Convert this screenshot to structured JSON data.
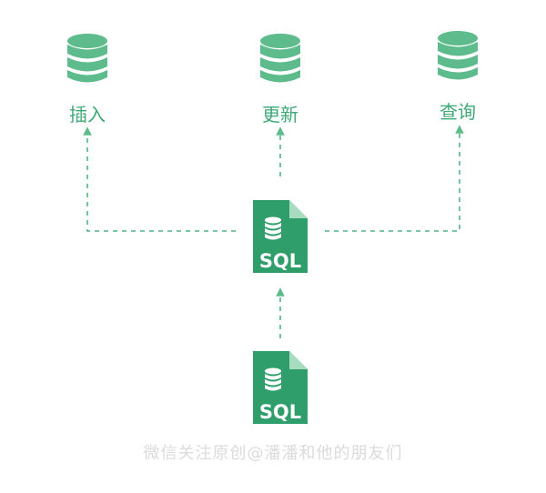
{
  "diagram": {
    "accent_color": "#3fa877",
    "nodes": {
      "insert": {
        "label": "插入",
        "icon": "database-icon"
      },
      "update": {
        "label": "更新",
        "icon": "database-icon"
      },
      "query": {
        "label": "查询",
        "icon": "database-icon"
      },
      "sql_middle": {
        "label": "SQL",
        "icon": "sql-file-icon"
      },
      "sql_bottom": {
        "label": "SQL",
        "icon": "sql-file-icon"
      }
    },
    "watermark": "微信关注原创@潘潘和他的朋友们"
  }
}
